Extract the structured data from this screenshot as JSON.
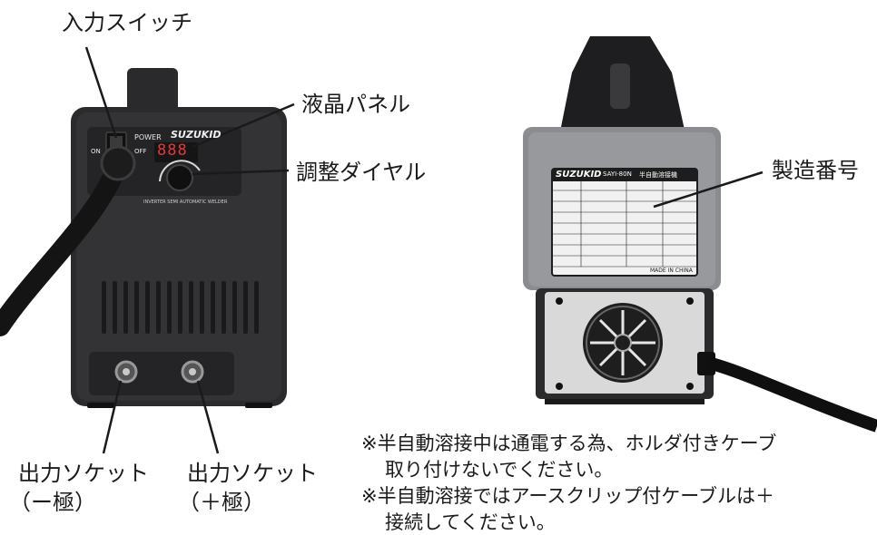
{
  "labels": {
    "input_switch": "入力スイッチ",
    "lcd_panel": "液晶パネル",
    "adjust_dial": "調整ダイヤル",
    "serial_number": "製造番号",
    "output_socket_neg_line1": "出力ソケット",
    "output_socket_neg_line2": "（ー極）",
    "output_socket_pos_line1": "出力ソケット",
    "output_socket_pos_line2": "（＋極）"
  },
  "front_panel": {
    "brand": "SUZUKID",
    "power_label": "POWER",
    "on_label": "ON",
    "off_label": "OFF",
    "display_digits": "888",
    "model_caption": "INVERTER SEMI AUTOMATIC WELDER"
  },
  "rear_panel": {
    "brand": "SUZUKID",
    "plate_title": "半自動溶接機",
    "model": "SAYI-80N",
    "made_in": "MADE IN CHINA"
  },
  "notes": {
    "note1_line1": "※半自動溶接中は通電する為、ホルダ付きケーブ",
    "note1_line2": "取り付けないでください。",
    "note2_line1": "※半自動溶接ではアースクリップ付ケーブルは＋",
    "note2_line2": "接続してください。"
  },
  "colors": {
    "body_dark": "#2b2b2d",
    "body_grey": "#8a8c8f",
    "plate_bg": "#1d1d1f",
    "lcd_red": "#e23a3a"
  }
}
